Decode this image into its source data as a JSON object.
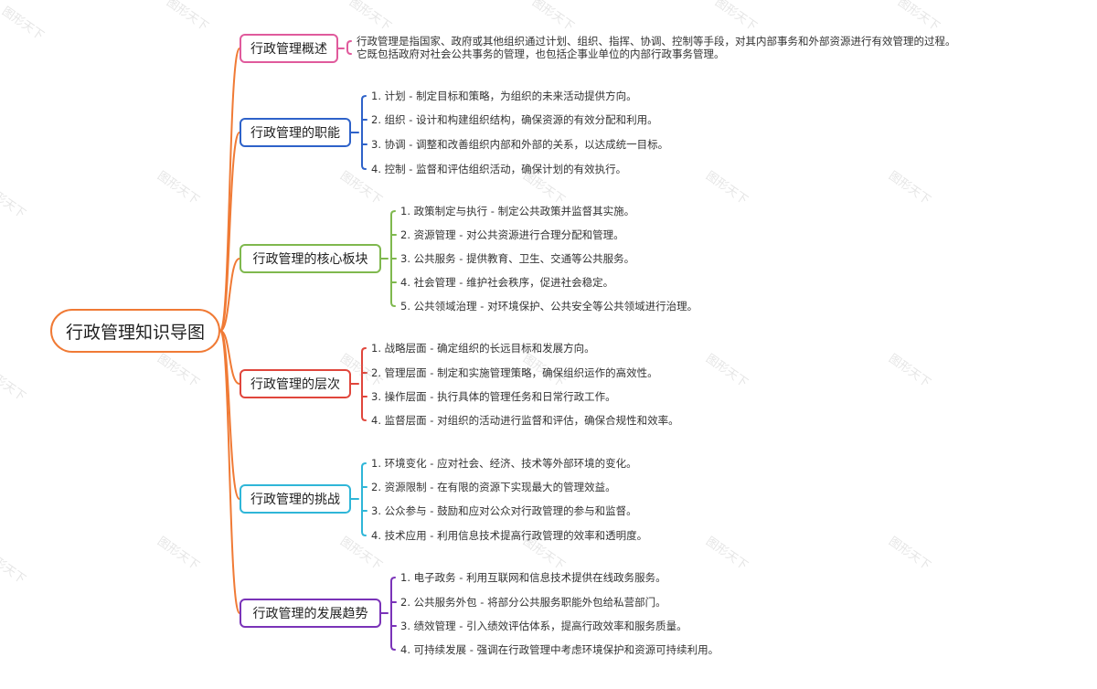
{
  "root": {
    "label": "行政管理知识导图"
  },
  "colors": {
    "trunk": "#f07a35",
    "overview": "#e05a9c",
    "functions": "#2e62c9",
    "core": "#7fb84e",
    "levels": "#e0463c",
    "challenges": "#2fb6d8",
    "trends": "#7a33b8"
  },
  "branches": [
    {
      "key": "overview",
      "label": "行政管理概述",
      "paragraph": [
        "行政管理是指国家、政府或其他组织通过计划、组织、指挥、协调、控制等手段，对其内部事务和外部资源进行有效管理的过程。",
        "它既包括政府对社会公共事务的管理，也包括企事业单位的内部行政事务管理。"
      ]
    },
    {
      "key": "functions",
      "label": "行政管理的职能",
      "items": [
        "1. 计划 - 制定目标和策略，为组织的未来活动提供方向。",
        "2. 组织 - 设计和构建组织结构，确保资源的有效分配和利用。",
        "3. 协调 - 调整和改善组织内部和外部的关系，以达成统一目标。",
        "4. 控制 - 监督和评估组织活动，确保计划的有效执行。"
      ]
    },
    {
      "key": "core",
      "label": "行政管理的核心板块",
      "items": [
        "1. 政策制定与执行 - 制定公共政策并监督其实施。",
        "2. 资源管理 - 对公共资源进行合理分配和管理。",
        "3. 公共服务 - 提供教育、卫生、交通等公共服务。",
        "4. 社会管理 - 维护社会秩序，促进社会稳定。",
        "5. 公共领域治理 - 对环境保护、公共安全等公共领域进行治理。"
      ]
    },
    {
      "key": "levels",
      "label": "行政管理的层次",
      "items": [
        "1. 战略层面 - 确定组织的长远目标和发展方向。",
        "2. 管理层面 - 制定和实施管理策略，确保组织运作的高效性。",
        "3. 操作层面 - 执行具体的管理任务和日常行政工作。",
        "4. 监督层面 - 对组织的活动进行监督和评估，确保合规性和效率。"
      ]
    },
    {
      "key": "challenges",
      "label": "行政管理的挑战",
      "items": [
        "1. 环境变化 - 应对社会、经济、技术等外部环境的变化。",
        "2. 资源限制 - 在有限的资源下实现最大的管理效益。",
        "3. 公众参与 - 鼓励和应对公众对行政管理的参与和监督。",
        "4. 技术应用 - 利用信息技术提高行政管理的效率和透明度。"
      ]
    },
    {
      "key": "trends",
      "label": "行政管理的发展趋势",
      "items": [
        "1. 电子政务 - 利用互联网和信息技术提供在线政务服务。",
        "2. 公共服务外包 - 将部分公共服务职能外包给私营部门。",
        "3. 绩效管理 - 引入绩效评估体系，提高行政效率和服务质量。",
        "4. 可持续发展 - 强调在行政管理中考虑环境保护和资源可持续利用。"
      ]
    }
  ],
  "watermark": "图形天下"
}
